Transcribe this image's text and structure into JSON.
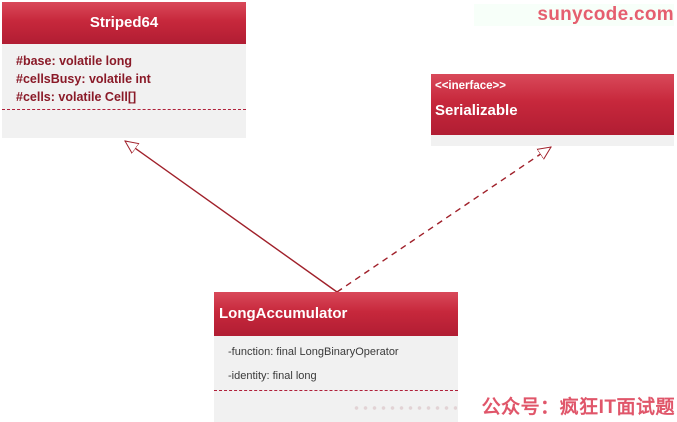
{
  "diagram": {
    "classes": {
      "striped64": {
        "name": "Striped64",
        "attributes": [
          "#base: volatile long",
          "#cellsBusy: volatile int",
          "#cells: volatile Cell[]"
        ]
      },
      "serializable": {
        "stereotype": "<<inerface>>",
        "name": "Serializable"
      },
      "long_accumulator": {
        "name": "LongAccumulator",
        "attributes": [
          "-function: final LongBinaryOperator",
          "-identity: final long"
        ]
      }
    },
    "relations": [
      {
        "from": "LongAccumulator",
        "to": "Striped64",
        "kind": "generalization",
        "line": "solid"
      },
      {
        "from": "LongAccumulator",
        "to": "Serializable",
        "kind": "realization",
        "line": "dashed"
      }
    ],
    "colors": {
      "header": "#c7283c",
      "line": "#a0202a",
      "body": "#f1f1f1",
      "attribute_text": "#8a1a28"
    }
  },
  "branding": {
    "top_right": "sunycode.com",
    "bottom_watermark": "公众号：疯狂IT面试题"
  }
}
